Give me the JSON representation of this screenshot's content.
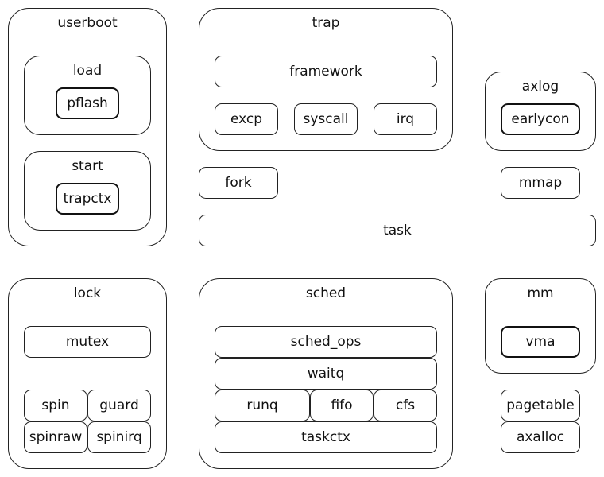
{
  "groups": {
    "userboot": "userboot",
    "load": "load",
    "start": "start",
    "trap": "trap",
    "axlog": "axlog",
    "lock": "lock",
    "sched": "sched",
    "mm": "mm"
  },
  "modules": {
    "pflash": "pflash",
    "trapctx": "trapctx",
    "framework": "framework",
    "excp": "excp",
    "syscall": "syscall",
    "irq": "irq",
    "earlycon": "earlycon",
    "fork": "fork",
    "mmap": "mmap",
    "task": "task",
    "mutex": "mutex",
    "spin": "spin",
    "guard": "guard",
    "spinraw": "spinraw",
    "spinirq": "spinirq",
    "sched_ops": "sched_ops",
    "waitq": "waitq",
    "runq": "runq",
    "fifo": "fifo",
    "cfs": "cfs",
    "taskctx": "taskctx",
    "vma": "vma",
    "pagetable": "pagetable",
    "axalloc": "axalloc"
  }
}
